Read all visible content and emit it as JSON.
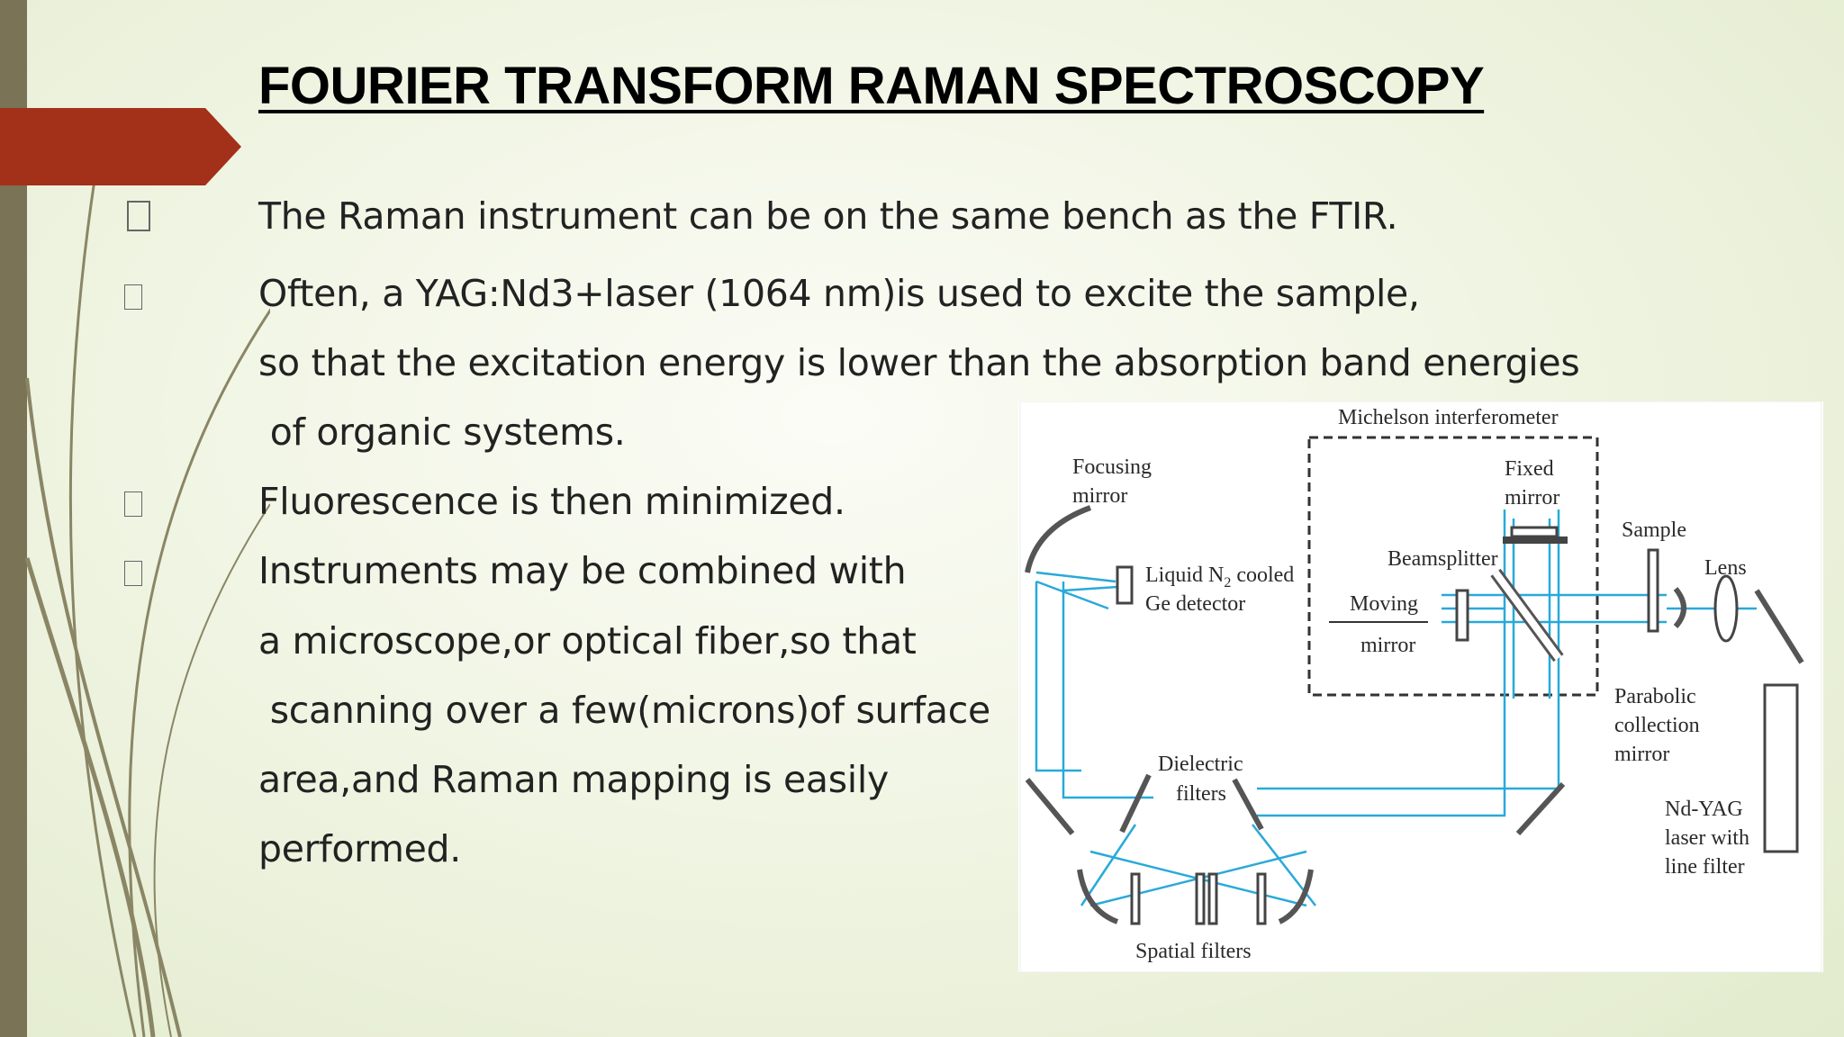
{
  "title": "FOURIER TRANSFORM RAMAN SPECTROSCOPY",
  "lines": [
    "The Raman instrument can be on the same bench as the FTIR.",
    "Often, a YAG:Nd3+laser (1064 nm)is used to excite the sample,",
    "so that the excitation energy is lower than the absorption band energies",
    " of organic systems.",
    "Fluorescence is then minimized.",
    "Instruments may be combined with",
    "a microscope,or optical fiber,so that",
    " scanning over a few(microns)of surface",
    "area,and Raman mapping is easily",
    "performed."
  ],
  "diagram": {
    "michelson": "Michelson interferometer",
    "focusing_1": "Focusing",
    "focusing_2": "mirror",
    "fixed_1": "Fixed",
    "fixed_2": "mirror",
    "sample": "Sample",
    "lens": "Lens",
    "beamsplitter": "Beamsplitter",
    "detector_1": "Liquid N",
    "detector_sub": "2",
    "detector_1b": " cooled",
    "detector_2": "Ge detector",
    "moving_1": "Moving",
    "moving_2": "mirror",
    "parabolic_1": "Parabolic",
    "parabolic_2": "collection",
    "parabolic_3": "mirror",
    "dielectric_1": "Dielectric",
    "dielectric_2": "filters",
    "laser_1": "Nd-YAG",
    "laser_2": "laser with",
    "laser_3": "line filter",
    "spatial": "Spatial filters"
  },
  "colors": {
    "banner": "#a33018",
    "side_bar": "#7a7356",
    "beam": "#29a9d9"
  }
}
